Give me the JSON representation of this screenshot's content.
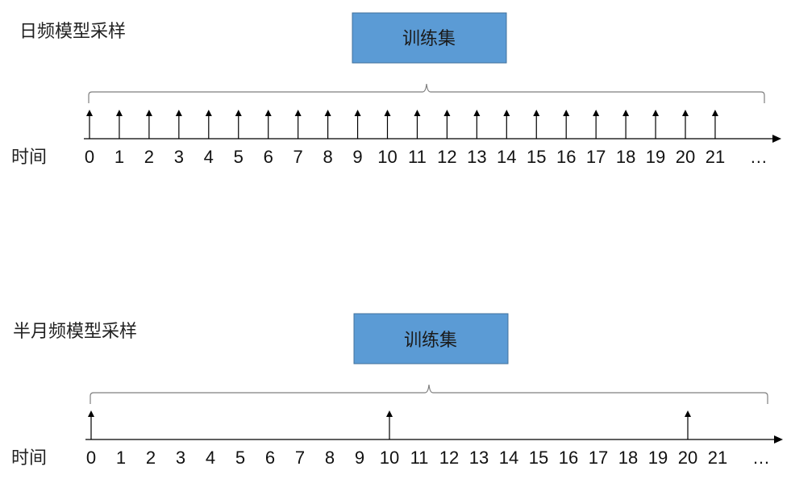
{
  "panels": [
    {
      "title": "日频模型采样",
      "box_label": "训练集",
      "time_label": "时间",
      "ticks": [
        "0",
        "1",
        "2",
        "3",
        "4",
        "5",
        "6",
        "7",
        "8",
        "9",
        "10",
        "11",
        "12",
        "13",
        "14",
        "15",
        "16",
        "17",
        "18",
        "19",
        "20",
        "21"
      ],
      "ellipsis": "…",
      "sampled": [
        0,
        1,
        2,
        3,
        4,
        5,
        6,
        7,
        8,
        9,
        10,
        11,
        12,
        13,
        14,
        15,
        16,
        17,
        18,
        19,
        20,
        21
      ]
    },
    {
      "title": "半月频模型采样",
      "box_label": "训练集",
      "time_label": "时间",
      "ticks": [
        "0",
        "1",
        "2",
        "3",
        "4",
        "5",
        "6",
        "7",
        "8",
        "9",
        "10",
        "11",
        "12",
        "13",
        "14",
        "15",
        "16",
        "17",
        "18",
        "19",
        "20",
        "21"
      ],
      "ellipsis": "…",
      "sampled": [
        0,
        10,
        20
      ]
    }
  ],
  "colors": {
    "box_fill": "#5b9bd5",
    "box_stroke": "#41719c",
    "line": "#000000",
    "bracket": "#7f7f7f"
  }
}
